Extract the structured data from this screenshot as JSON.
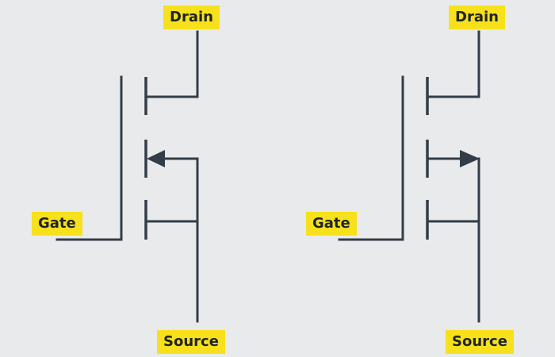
{
  "symbols": [
    {
      "drain_label": "Drain",
      "gate_label": "Gate",
      "source_label": "Source",
      "arrow_direction": "in"
    },
    {
      "drain_label": "Drain",
      "gate_label": "Gate",
      "source_label": "Source",
      "arrow_direction": "out"
    }
  ],
  "colors": {
    "background": "#e9eaeb",
    "line": "#333d47",
    "label_bg": "#f7e11c",
    "label_text": "#1f2328"
  }
}
